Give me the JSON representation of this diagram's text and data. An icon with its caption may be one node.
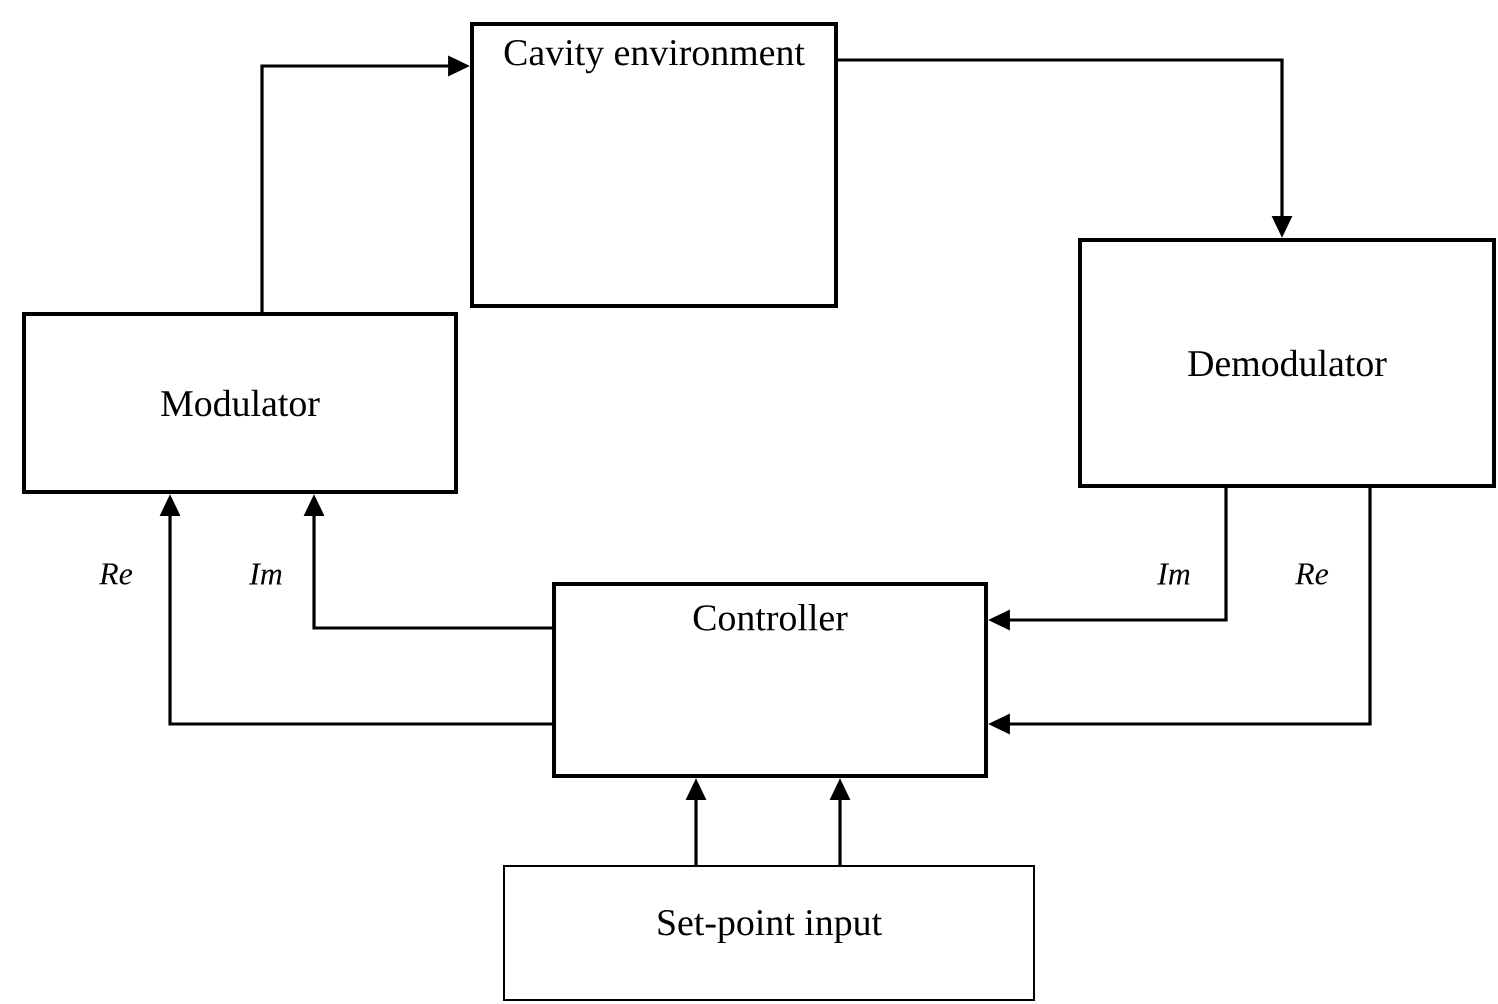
{
  "diagram": {
    "nodes": [
      {
        "text": [
          "Cavity environment"
        ]
      },
      {
        "text": [
          "Modulator"
        ]
      },
      {
        "text": [
          "Demodulator"
        ]
      },
      {
        "text": [
          "Controller"
        ]
      },
      {
        "text": [
          "Set-point input"
        ]
      }
    ],
    "edges": [
      {
        "from": 1,
        "to": 0,
        "arrow": "to"
      },
      {
        "from": 0,
        "to": 2,
        "arrow": "to"
      },
      {
        "from": 3,
        "to": 1,
        "arrow": "to",
        "label": "*Re*"
      },
      {
        "from": 3,
        "to": 1,
        "arrow": "to",
        "label": "*Im*"
      },
      {
        "from": 2,
        "to": 3,
        "arrow": "to",
        "label": "*Im*"
      },
      {
        "from": 2,
        "to": 3,
        "arrow": "to",
        "label": "*Re*"
      },
      {
        "from": 4,
        "to": 3,
        "arrow": "to"
      },
      {
        "from": 4,
        "to": 3,
        "arrow": "to"
      }
    ]
  }
}
